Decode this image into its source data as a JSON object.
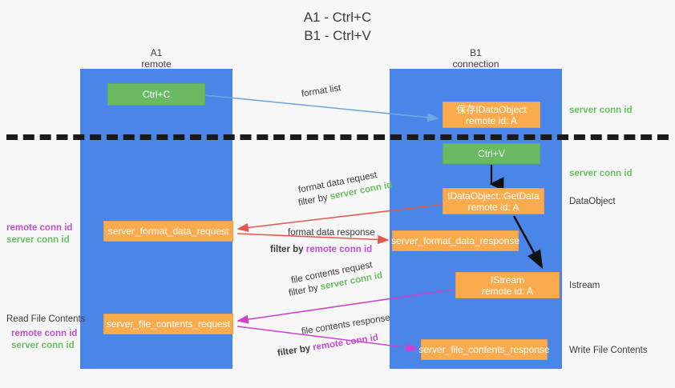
{
  "title": {
    "line1": "A1 - Ctrl+C",
    "line2": "B1 - Ctrl+V"
  },
  "lanes": [
    {
      "id": "a1",
      "name": "A1",
      "role": "remote",
      "color": "#4a86e8"
    },
    {
      "id": "b1",
      "name": "B1",
      "role": "connection",
      "color": "#4a86e8"
    }
  ],
  "nodes": {
    "ctrl_c": {
      "line1": "Ctrl+C",
      "color": "#69ba62"
    },
    "save_idataobject": {
      "line1": "保存IDataObject",
      "line2": "remote id: A",
      "color": "#f9ab4e"
    },
    "ctrl_v": {
      "line1": "Ctrl+V",
      "color": "#69ba62"
    },
    "getdata": {
      "line1": "IDataObject::GetData",
      "line2": "remote id: A",
      "color": "#f9ab4e"
    },
    "format_data_request": {
      "line1": "server_format_data_request",
      "color": "#f9ab4e"
    },
    "format_data_response": {
      "line1": "server_format_data_response",
      "color": "#f9ab4e"
    },
    "istream": {
      "line1": "IStream",
      "line2": "remote id: A",
      "color": "#f9ab4e"
    },
    "file_contents_request": {
      "line1": "server_file_contents_request",
      "color": "#f9ab4e"
    },
    "file_contents_response": {
      "line1": "server_file_contents_response",
      "color": "#f9ab4e"
    }
  },
  "edge_labels": {
    "format_list": "format list",
    "format_data_request": "format data request",
    "format_data_request_filter_prefix": "filter by ",
    "format_data_request_filter_key": "server conn id",
    "format_data_response": "format data response",
    "format_data_response_filter_prefix": "filter by ",
    "format_data_response_filter_key": "remote conn id",
    "file_contents_request": "file contents request",
    "file_contents_request_filter_prefix": "filter by ",
    "file_contents_request_filter_key": "server conn id",
    "file_contents_response": "file contents response",
    "file_contents_response_filter_prefix": "filter by ",
    "file_contents_response_filter_key": "remote conn id"
  },
  "side_labels": {
    "left": {
      "remote_conn_id": "remote conn id",
      "server_conn_id": "server conn id",
      "read_file_contents": "Read File Contents",
      "remote_conn_id_2": "remote conn id",
      "server_conn_id_2": "server conn id"
    },
    "right": {
      "server_conn_id_1": "server conn id",
      "server_conn_id_2": "server conn id",
      "dataobject": "DataObject",
      "istream": "Istream",
      "write_file_contents": "Write File Contents"
    }
  },
  "colors": {
    "lane": "#4a86e8",
    "green_node": "#69ba62",
    "orange_node": "#f9ab4e",
    "green_text": "#6bbf63",
    "magenta_text": "#c24fd0",
    "arrow_blue": "#6fa8dc",
    "arrow_red": "#e8564a",
    "arrow_magenta": "#cc44cc",
    "arrow_black": "#111111",
    "background": "#f7f7f7"
  }
}
